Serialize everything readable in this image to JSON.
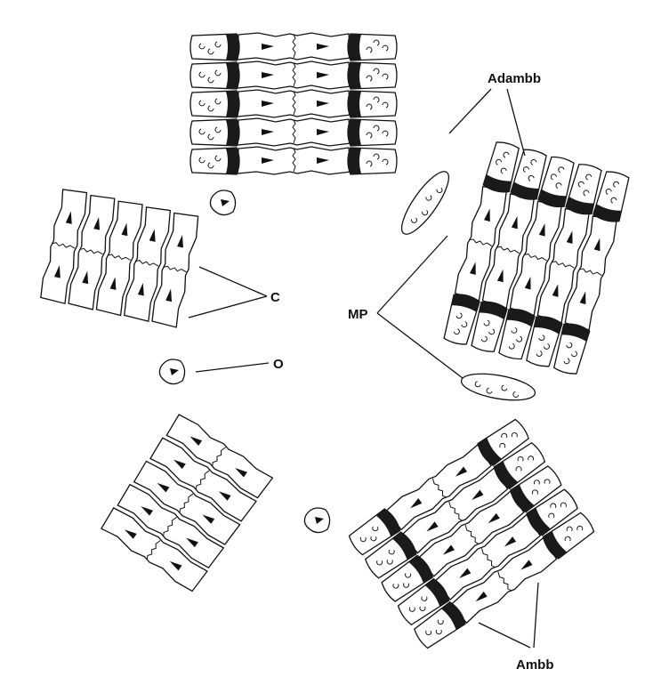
{
  "labels": {
    "adambb": "Adambb",
    "c": "C",
    "mp": "MP",
    "o": "O",
    "ambb": "Ambb"
  },
  "icons": [
    "arm-skeleton-icon",
    "oral-plate-icon"
  ],
  "colors": {
    "ink": "#111111",
    "paper": "#ffffff"
  }
}
